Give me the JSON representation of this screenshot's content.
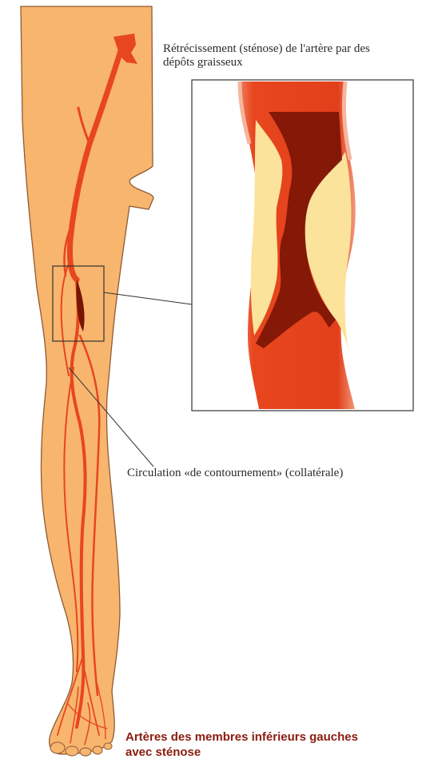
{
  "labels": {
    "stenosis": [
      "Rétrécissement (sténose) de l'artère par des",
      "dépôts graisseux"
    ],
    "collateral": "Circulation «de contournement» (collatérale)"
  },
  "caption": [
    "Artères des membres inférieurs gauches",
    "avec sténose"
  ],
  "colors": {
    "skin": "#f8b56d",
    "skin_outline": "#8f5a34",
    "artery": "#e8461e",
    "artery_dark": "#7a1405",
    "plaque": "#fbe39b",
    "caption": "#8a1c0e",
    "leader_line": "#333333"
  }
}
